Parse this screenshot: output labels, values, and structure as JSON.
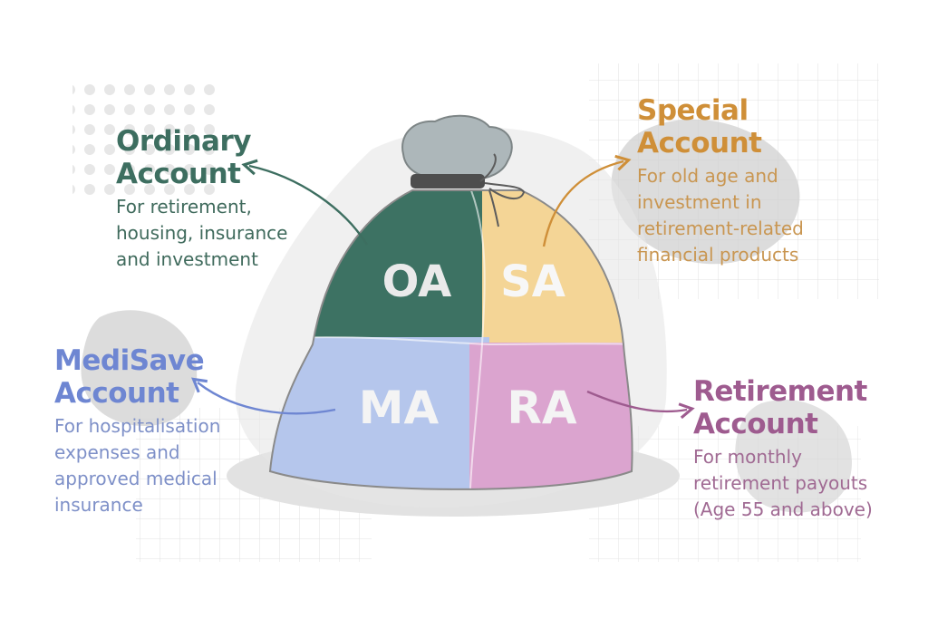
{
  "bag": {
    "segments": {
      "oa": {
        "abbr": "OA",
        "color": "#3d7263"
      },
      "sa": {
        "abbr": "SA",
        "color": "#f4d596"
      },
      "ma": {
        "abbr": "MA",
        "color": "#b5c6ec"
      },
      "ra": {
        "abbr": "RA",
        "color": "#dba4cf"
      }
    }
  },
  "accounts": {
    "oa": {
      "title": [
        "Ordinary",
        "Account"
      ],
      "description": [
        "For retirement,",
        "housing, insurance",
        "and investment"
      ],
      "color": "#3d6e60"
    },
    "sa": {
      "title": [
        "Special",
        "Account"
      ],
      "description": [
        "For old age and",
        "investment in",
        "retirement-related",
        "financial products"
      ],
      "color": "#cf8f38"
    },
    "ma": {
      "title": [
        "MediSave",
        "Account"
      ],
      "description": [
        "For hospitalisation",
        "expenses and",
        "approved medical",
        "insurance"
      ],
      "color": "#6e86d2"
    },
    "ra": {
      "title": [
        "Retirement",
        "Account"
      ],
      "description": [
        "For monthly",
        "retirement payouts",
        "(Age 55 and above)"
      ],
      "color": "#9e5b8f"
    }
  }
}
